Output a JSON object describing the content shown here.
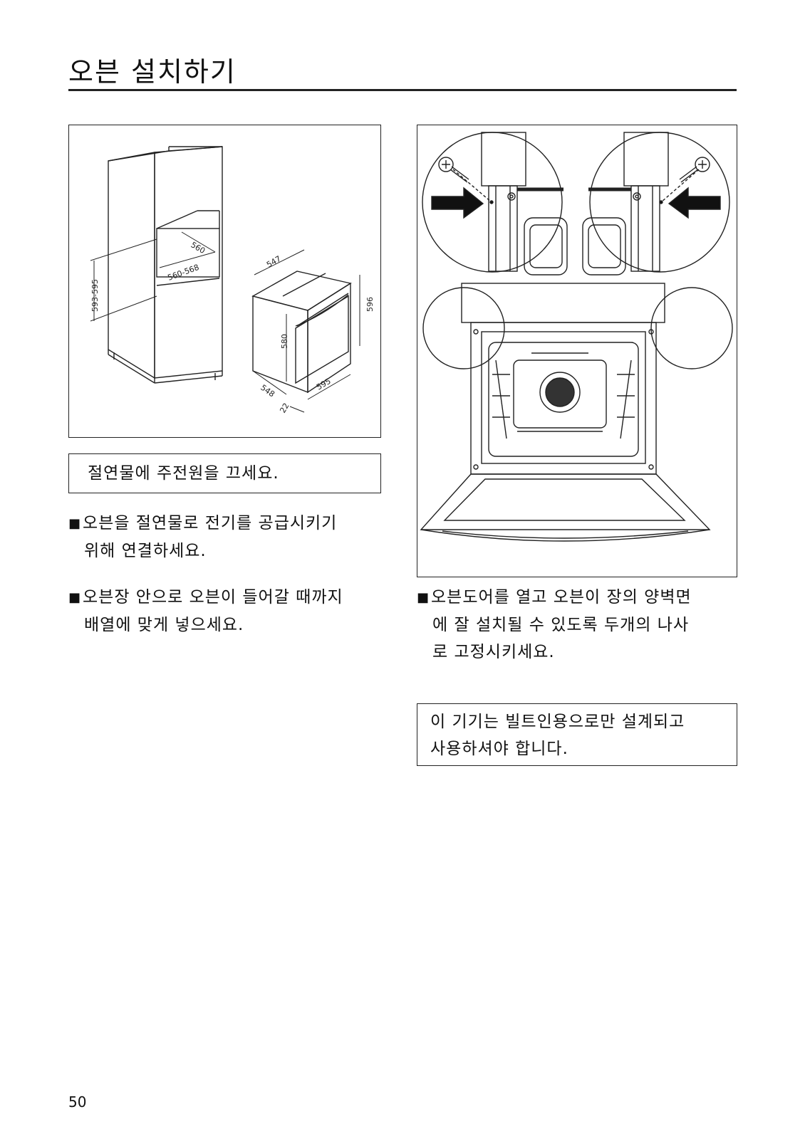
{
  "title": "오븐 설치하기",
  "figure_left": {
    "dims": {
      "cab_height": "593-595",
      "cab_depth": "560",
      "cab_width": "560-568",
      "top_depth": "547",
      "height": "596",
      "front_h": "580",
      "depth": "548",
      "width": "595",
      "thick": "22"
    }
  },
  "insulation_note": "절연물에 주전원을 끄세요.",
  "left_items": [
    {
      "line1": "오븐을 절연물로 전기를 공급시키기",
      "line2": "위해 연결하세요."
    },
    {
      "line1": "오븐장 안으로 오븐이 들어갈 때까지",
      "line2": "배열에 맞게 넣으세요."
    }
  ],
  "right_item": {
    "line1": "오븐도어를 열고 오븐이 장의 양벽면",
    "line2": "에 잘 설치될 수 있도록 두개의 나사",
    "line3": "로 고정시키세요."
  },
  "builtin_note": {
    "line1": "이 기기는 빌트인용으로만 설계되고",
    "line2": "사용하셔야 합니다."
  },
  "bullet": "■",
  "page_number": "50"
}
